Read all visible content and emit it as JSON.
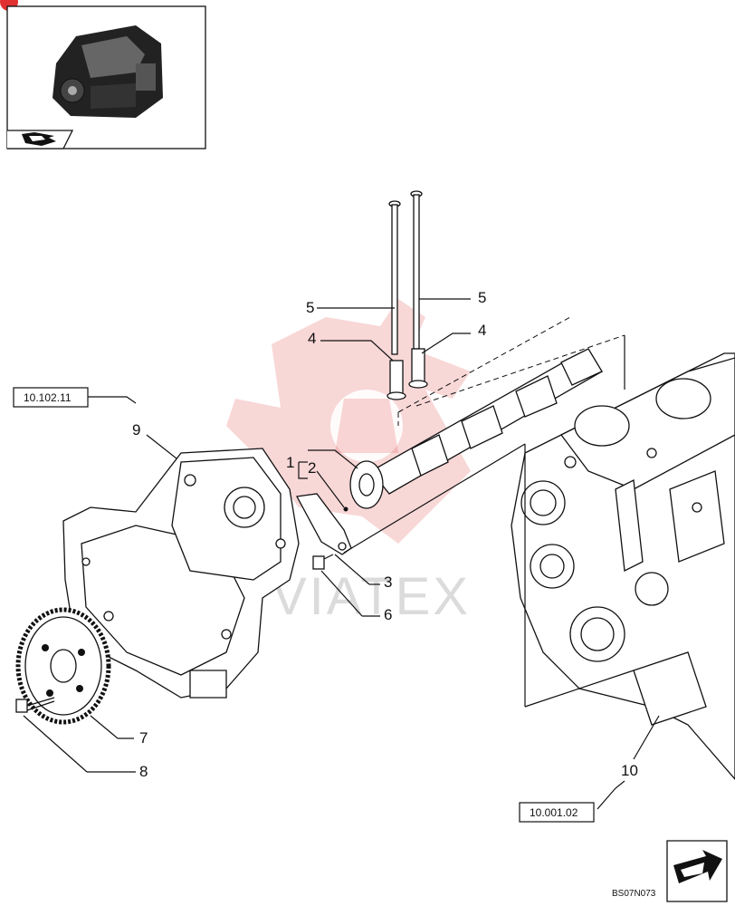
{
  "thumbnail": {
    "icon": "engine-thumbnail"
  },
  "nav": {
    "back_icon": "return-arrow-icon",
    "next_icon": "next-page-arrow-icon"
  },
  "refs": {
    "ref_9": "10.102.11",
    "ref_10": "10.001.02"
  },
  "callouts": {
    "c1": "1",
    "c2": "2",
    "c3": "3",
    "c4a": "4",
    "c4b": "4",
    "c5a": "5",
    "c5b": "5",
    "c6": "6",
    "c7": "7",
    "c8": "8",
    "c9": "9",
    "c10": "10"
  },
  "watermark": {
    "text": "VIATEX",
    "color": "#e14a4a"
  },
  "drawing_code": "BS07N073"
}
